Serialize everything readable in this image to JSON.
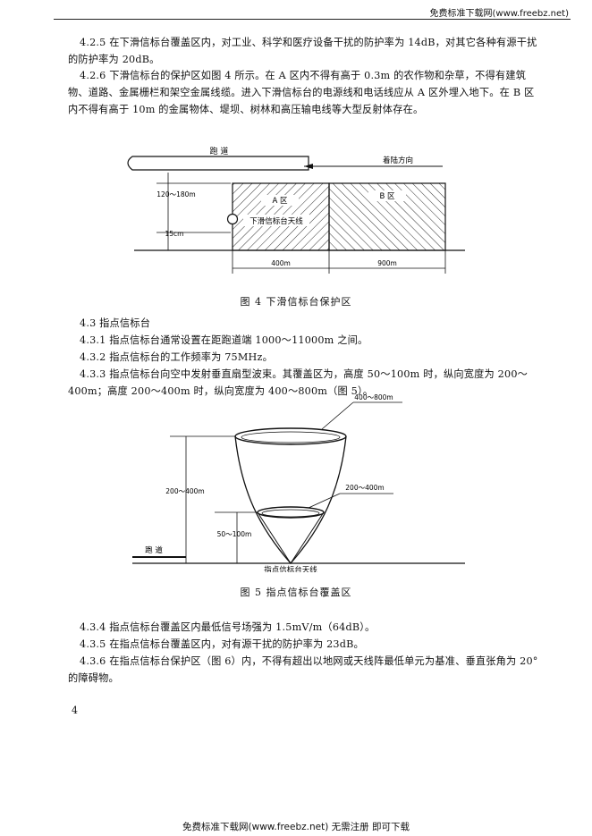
{
  "header": {
    "site": "免费标准下载网(www.freebz.net)"
  },
  "paragraphs": {
    "p425": "4.2.5  在下滑信标台覆盖区内，对工业、科学和医疗设备干扰的防护率为 14dB，对其它各种有源干扰的防护率为 20dB。",
    "p426": "4.2.6  下滑信标台的保护区如图 4 所示。在 A 区内不得有高于 0.3m 的农作物和杂草，不得有建筑物、道路、金属栅栏和架空金属线缆。进入下滑信标台的电源线和电话线应从 A 区外埋入地下。在 B 区内不得有高于 10m 的金属物体、堤坝、树林和高压输电线等大型反射体存在。",
    "p43": "4.3  指点信标台",
    "p431": "4.3.1  指点信标台通常设置在距跑道端 1000～11000m 之间。",
    "p432": "4.3.2  指点信标台的工作频率为 75MHz。",
    "p433": "4.3.3  指点信标台向空中发射垂直扇型波束。其覆盖区为，高度 50～100m 时，纵向宽度为 200～400m；高度 200～400m 时，纵向宽度为 400～800m（图 5）。",
    "p434": "4.3.4  指点信标台覆盖区内最低信号场强为 1.5mV/m（64dB）。",
    "p435": "4.3.5  在指点信标台覆盖区内，对有源干扰的防护率为 23dB。",
    "p436": "4.3.6  在指点信标台保护区（图 6）内，不得有超出以地网或天线阵最低单元为基准、垂直张角为 20°的障碍物。"
  },
  "figure4": {
    "caption": "图 4   下滑信标台保护区",
    "runway": "跑    道",
    "direction": "着陆方向",
    "zone_a": "A    区",
    "zone_b": "B    区",
    "antenna": "下滑信标台天线",
    "dim_offset": "120～180m",
    "dim_height": "15cm",
    "dim_a_len": "400m",
    "dim_b_len": "900m"
  },
  "figure5": {
    "caption": "图 5   指点信标台覆盖区",
    "top_width": "400～800m",
    "mid_width": "200～400m",
    "left_height": "200～400m",
    "low_height": "50～100m",
    "runway": "跑    道",
    "antenna": "指点信标台天线"
  },
  "page_number": "4",
  "footer": {
    "text": "免费标准下载网(www.freebz.net) 无需注册 即可下载"
  }
}
